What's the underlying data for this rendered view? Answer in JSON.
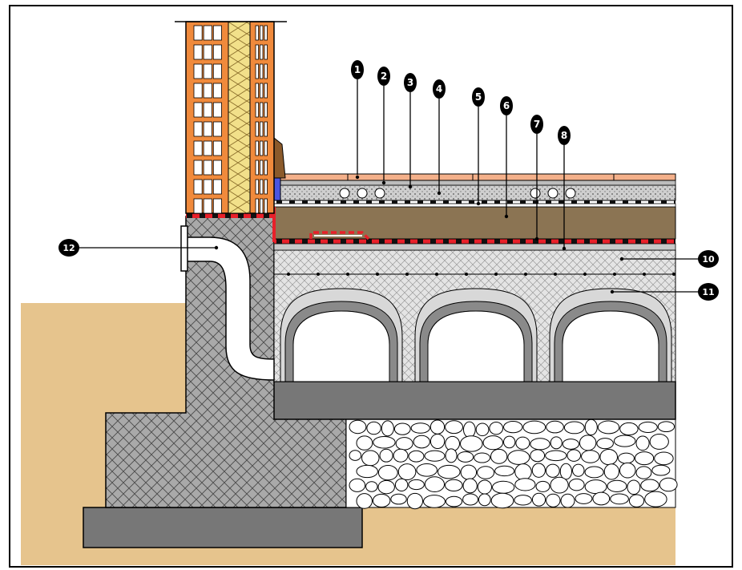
{
  "callouts": [
    {
      "id": "1",
      "label": "1"
    },
    {
      "id": "2",
      "label": "2"
    },
    {
      "id": "3",
      "label": "3"
    },
    {
      "id": "4",
      "label": "4"
    },
    {
      "id": "5",
      "label": "5"
    },
    {
      "id": "6",
      "label": "6"
    },
    {
      "id": "7",
      "label": "7"
    },
    {
      "id": "8",
      "label": "8"
    },
    {
      "id": "10",
      "label": "10"
    },
    {
      "id": "11",
      "label": "11"
    },
    {
      "id": "12",
      "label": "12"
    }
  ],
  "colors": {
    "soil": "#e6c48d",
    "concrete": "#aaaaaa",
    "lean_concrete": "#777777",
    "brick": "#f08a3c",
    "insulation": "#f2e08a",
    "screed": "#8b7453",
    "tile": "#f4b08a",
    "waterproofing_red": "#e8202a",
    "igloo": "#d8d8d8",
    "igloo_dark": "#8a8a8a"
  }
}
